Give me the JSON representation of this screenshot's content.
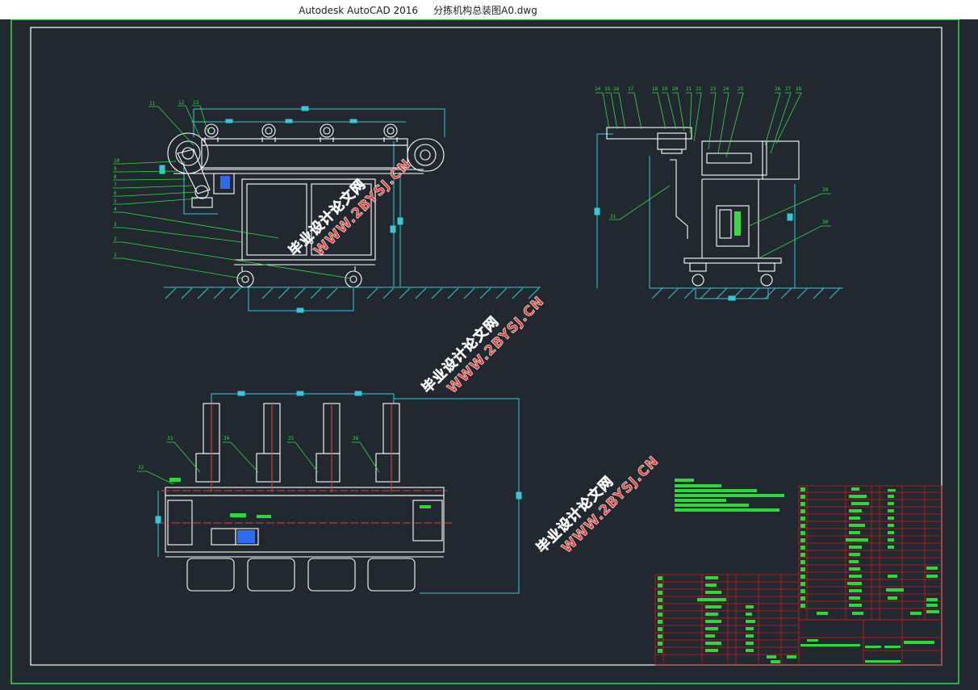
{
  "app": {
    "name": "Autodesk AutoCAD 2016",
    "file": "分拣机构总装图A0.dwg"
  },
  "watermarks": [
    {
      "line1": "毕业设计论文网",
      "line2": "WWW.2BYSJ.CN"
    },
    {
      "line1": "毕业设计论文网",
      "line2": "WWW.2BYSJ.CN"
    },
    {
      "line1": "毕业设计论文网",
      "line2": "WWW.2BYSJ.CN"
    }
  ],
  "front_view_labels": [
    "11",
    "12",
    "13",
    "10",
    "9",
    "8",
    "7",
    "6",
    "5",
    "4",
    "3",
    "2",
    "1"
  ],
  "side_view_labels": [
    "14",
    "15",
    "16",
    "17",
    "18",
    "19",
    "20",
    "21",
    "22",
    "23",
    "24",
    "25",
    "26",
    "27",
    "28",
    "29",
    "30",
    "31"
  ],
  "plan_view_labels": [
    "33",
    "34",
    "35",
    "36",
    "32"
  ],
  "colors": {
    "background": "#212830",
    "lines": "#ffffff",
    "dimensions": "#36c8d8",
    "leaders": "#39d948",
    "table": "#d41a1a",
    "title_fill": "#2dd83c"
  }
}
